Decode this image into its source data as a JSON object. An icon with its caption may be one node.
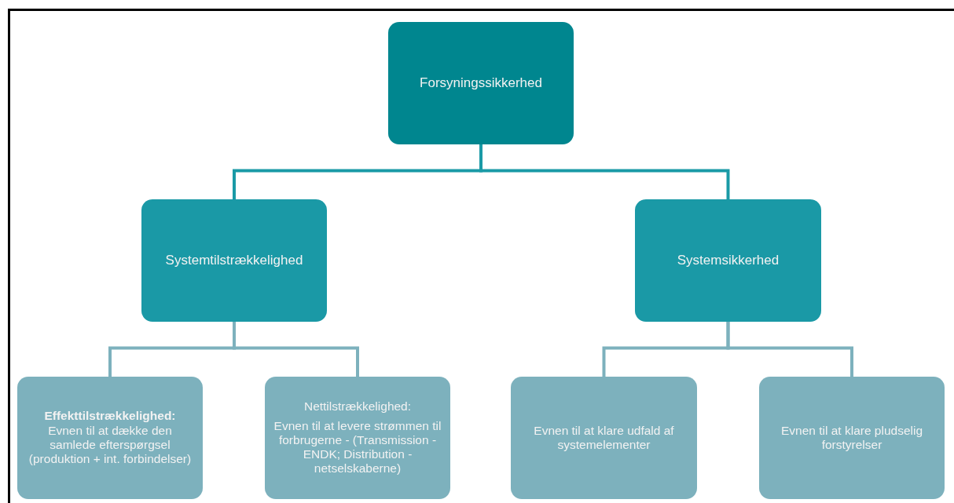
{
  "diagram": {
    "nodes": [
      {
        "text": [
          "Forsyningssikkerhed"
        ]
      },
      {
        "text": [
          "Systemtilstrækkelighed"
        ]
      },
      {
        "text": [
          "Systemsikkerhed"
        ]
      },
      {
        "text": [
          "Effekttilstrækkelighed:",
          "Evnen til at dække den samlede efterspørgsel (produktion + int. forbindelser)"
        ]
      },
      {
        "text": [
          "Nettilstrækkelighed:",
          "Evnen til at levere strømmen til forbrugerne - (Transmission - ENDK; Distribution - netselskaberne)"
        ]
      },
      {
        "text": [
          "Evnen til at klare udfald af systemelementer"
        ]
      },
      {
        "text": [
          "Evnen til at klare pludselig forstyrelser"
        ]
      }
    ],
    "edges": [
      {
        "from": 0,
        "to": 1,
        "arrow": "none",
        "color": "#1a9aa6"
      },
      {
        "from": 0,
        "to": 2,
        "arrow": "none",
        "color": "#1a9aa6"
      },
      {
        "from": 1,
        "to": 3,
        "arrow": "none"
      },
      {
        "from": 1,
        "to": 4,
        "arrow": "none"
      },
      {
        "from": 2,
        "to": 5,
        "arrow": "none"
      },
      {
        "from": 2,
        "to": 6,
        "arrow": "none"
      }
    ]
  }
}
